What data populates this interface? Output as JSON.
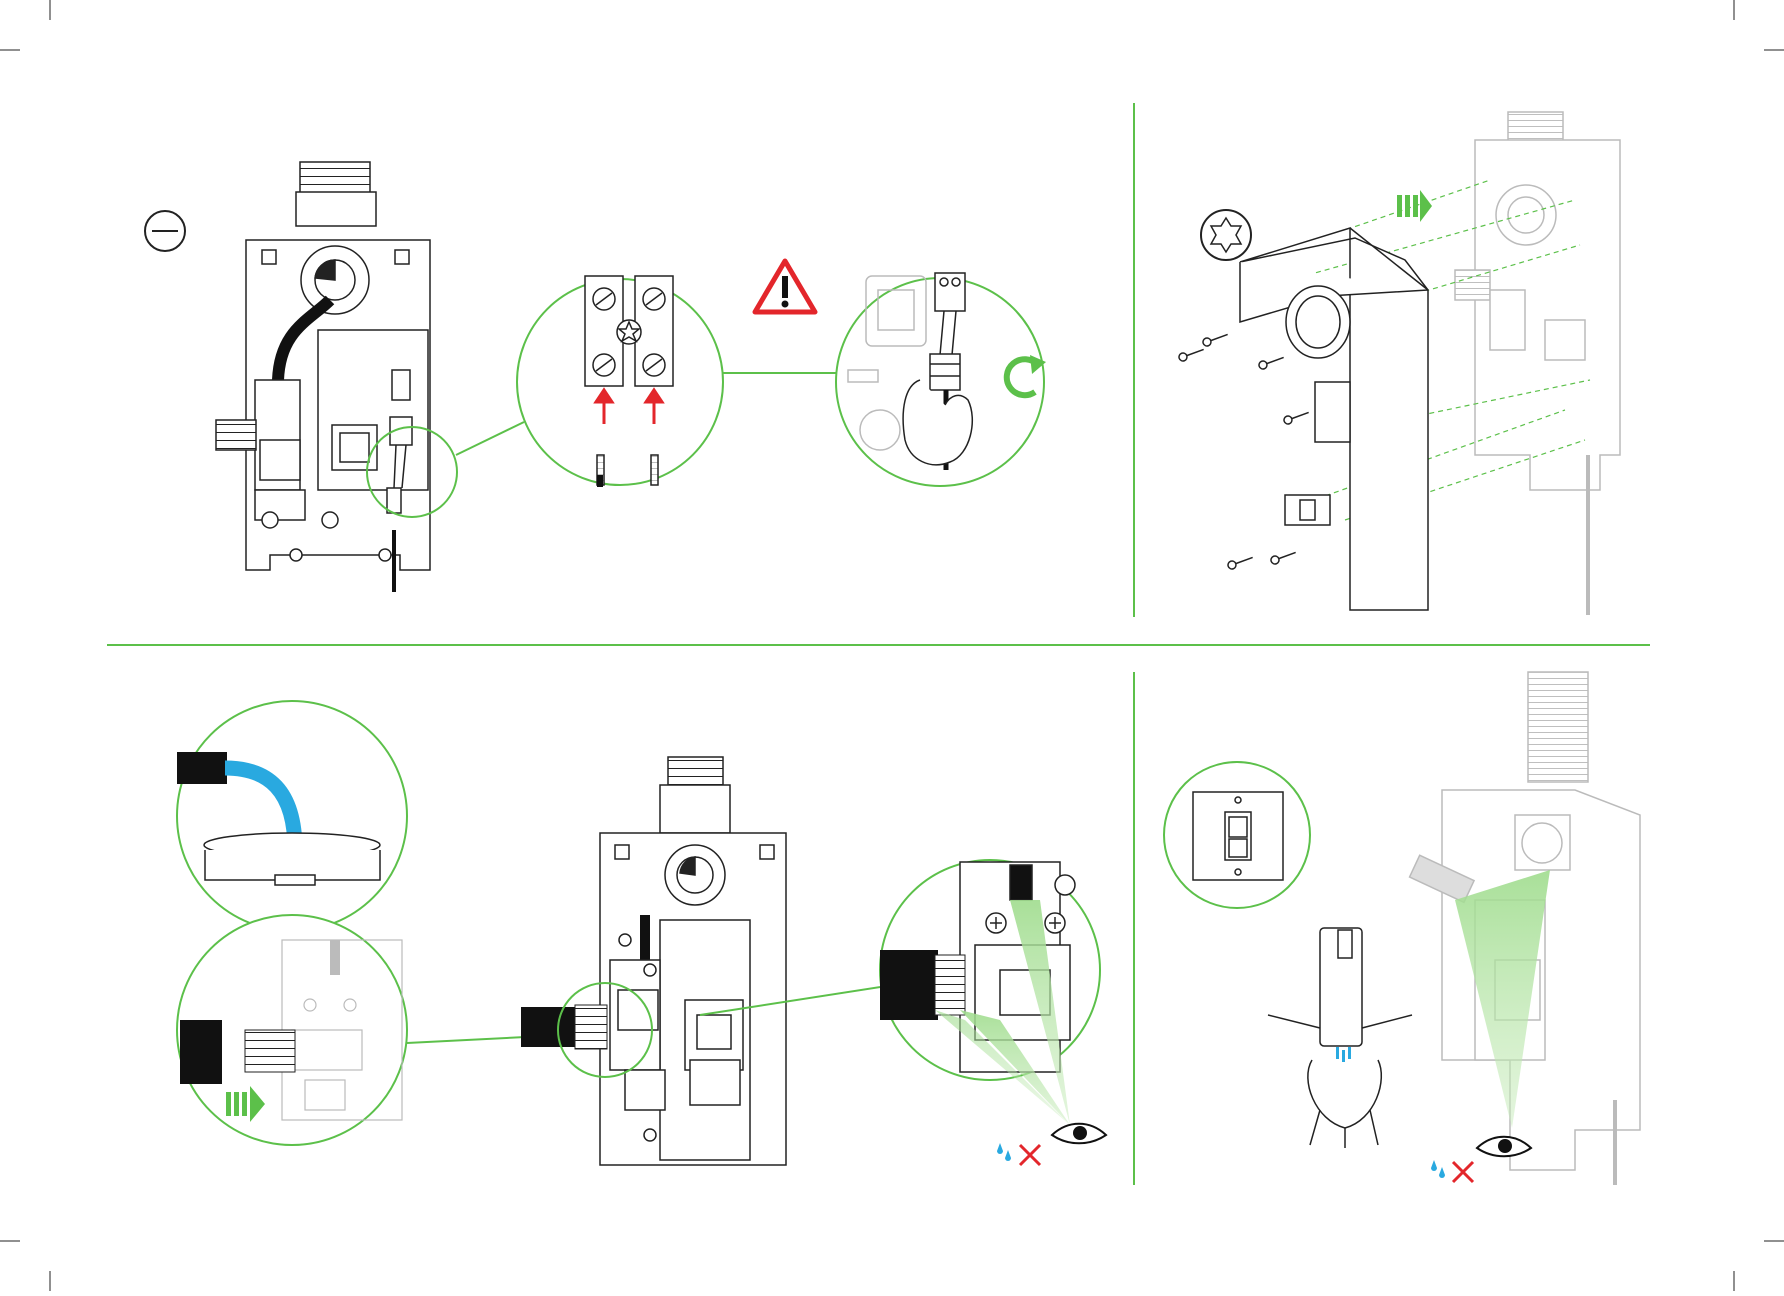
{
  "colors": {
    "divider": "#5cc04a",
    "callout": "#5cc04a",
    "warning": "#e3262b",
    "arrow_red": "#e3262b",
    "water": "#29a9e0",
    "flow_green": "#5cc04a",
    "line_dark": "#1a1a1a",
    "line_light": "#b9b9b9"
  },
  "panels": [
    {
      "id": "top-left",
      "icons": [
        "minus-circle-icon",
        "warning-triangle-icon",
        "rotate-clockwise-icon",
        "red-up-arrow-icon"
      ]
    },
    {
      "id": "top-right",
      "icons": [
        "torx-screwdriver-icon",
        "push-arrow-icon"
      ]
    },
    {
      "id": "bottom-left",
      "icons": [
        "bucket-icon",
        "push-arrow-icon",
        "drip-icon",
        "cross-icon",
        "eye-icon"
      ]
    },
    {
      "id": "bottom-right",
      "icons": [
        "wall-switch-icon",
        "drip-icon",
        "cross-icon",
        "eye-icon"
      ]
    }
  ]
}
